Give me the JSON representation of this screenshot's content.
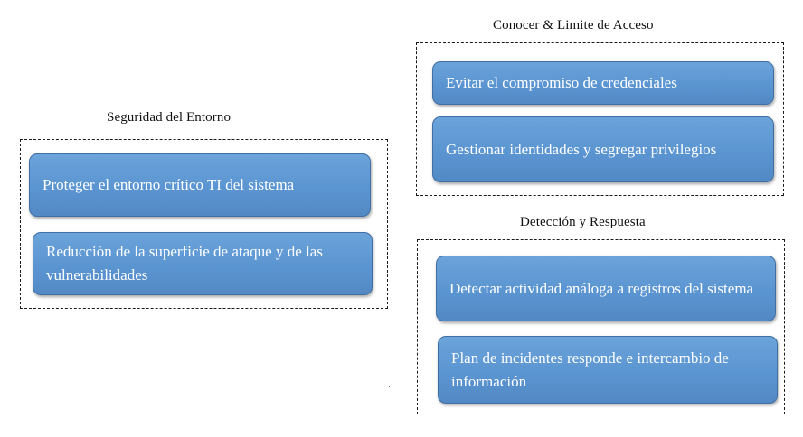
{
  "groups": [
    {
      "title": "Seguridad del Entorno",
      "items": [
        "Proteger el entorno crítico TI del sistema",
        "Reducción de la superficie de ataque y de las vulnerabilidades"
      ]
    },
    {
      "title": "Conocer & Limite de Acceso",
      "items": [
        "Evitar el compromiso de credenciales",
        "Gestionar identidades y segregar privilegios"
      ]
    },
    {
      "title": "Detección y Respuesta",
      "items": [
        "Detectar actividad análoga a registros del sistema",
        "Plan de incidentes responde e intercambio de información"
      ]
    }
  ],
  "colors": {
    "card_fill": "#5b95d1",
    "card_border": "#3f6fa3",
    "card_text": "#ffffff",
    "dash_border": "#1a1a1a"
  }
}
